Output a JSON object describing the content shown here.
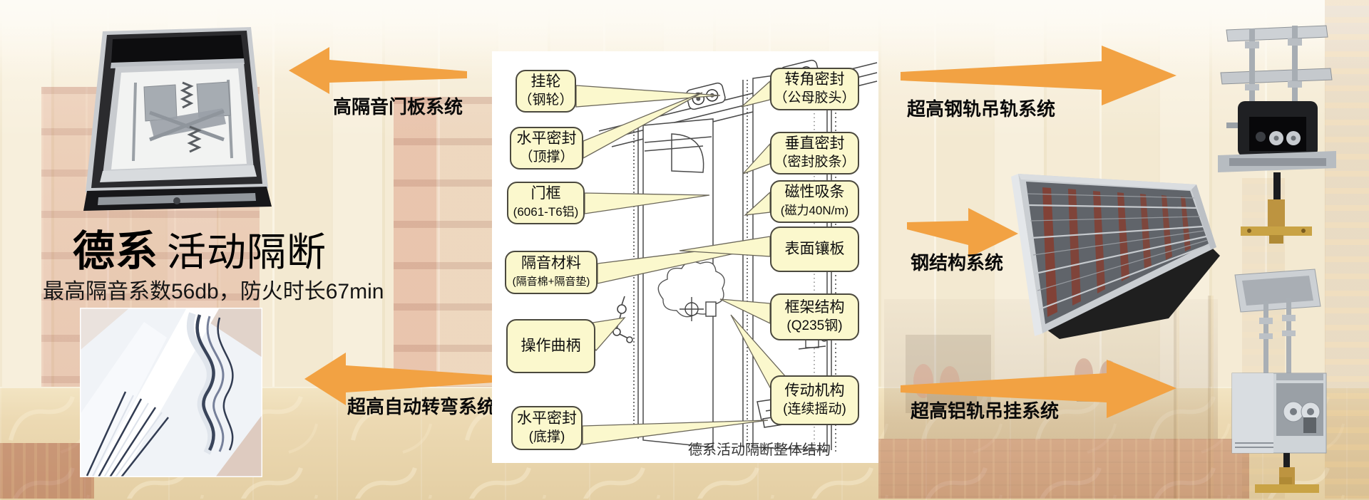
{
  "title": {
    "brand": "德系",
    "product": "活动隔断",
    "subtitle": "最高隔音系数56db，防火时长67min"
  },
  "features": {
    "door_panel": "高隔音门板系统",
    "auto_turning": "超高自动转弯系统",
    "steel_rail": "超高钢轨吊轨系统",
    "steel_structure": "钢结构系统",
    "alum_rail": "超高铝轨吊挂系统"
  },
  "diagram": {
    "caption": "德系活动隔断整体结构",
    "callouts_left": [
      {
        "line1": "挂轮",
        "line2": "（钢轮）"
      },
      {
        "line1": "水平密封",
        "line2": "（顶撑）"
      },
      {
        "line1": "门框",
        "line2": "(6061-T6铝)"
      },
      {
        "line1": "隔音材料",
        "line2": "(隔音棉+隔音垫)"
      },
      {
        "line1": "操作曲柄",
        "line2": ""
      },
      {
        "line1": "水平密封",
        "line2": "(底撑)"
      }
    ],
    "callouts_right": [
      {
        "line1": "转角密封",
        "line2": "（公母胶头）"
      },
      {
        "line1": "垂直密封",
        "line2": "（密封胶条）"
      },
      {
        "line1": "磁性吸条",
        "line2": "(磁力40N/m)"
      },
      {
        "line1": "表面镶板",
        "line2": ""
      },
      {
        "line1": "框架结构",
        "line2": "(Q235钢)"
      },
      {
        "line1": "传动机构",
        "line2": "(连续摇动)"
      }
    ]
  },
  "colors": {
    "arrow": "#F2A243",
    "callout_bg": "#FBF8CD",
    "callout_border": "#4B493E"
  }
}
